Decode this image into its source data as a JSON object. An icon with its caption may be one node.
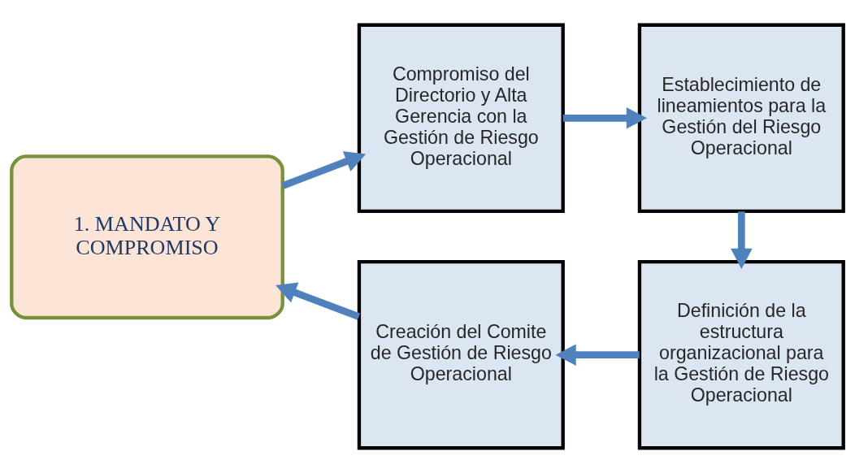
{
  "diagram": {
    "nodes": [
      {
        "text": [
          "1. MANDATO Y COMPROMISO"
        ]
      },
      {
        "text": [
          "Compromiso del Directorio y Alta Gerencia con la Gestión de Riesgo Operacional"
        ]
      },
      {
        "text": [
          "Establecimiento de lineamientos para la Gestión del Riesgo Operacional"
        ]
      },
      {
        "text": [
          "Definición de la estructura organizacional para la Gestión de Riesgo Operacional"
        ]
      },
      {
        "text": [
          "Creación del Comite de Gestión de Riesgo Operacional"
        ]
      }
    ],
    "edges": [
      {
        "from": 0,
        "to": 1,
        "arrow": "to"
      },
      {
        "from": 1,
        "to": 2,
        "arrow": "to"
      },
      {
        "from": 2,
        "to": 3,
        "arrow": "to"
      },
      {
        "from": 3,
        "to": 4,
        "arrow": "to"
      },
      {
        "from": 4,
        "to": 0,
        "arrow": "to"
      }
    ]
  }
}
